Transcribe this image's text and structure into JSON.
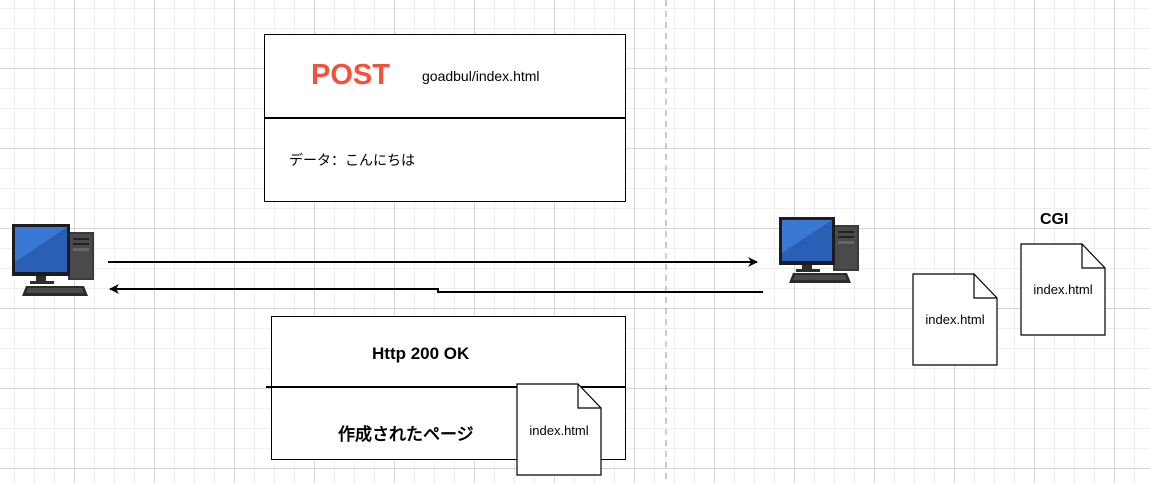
{
  "request": {
    "method": "POST",
    "url": "goadbul/index.html",
    "data": "データ：こんにちは"
  },
  "response": {
    "status": "Http 200 OK",
    "body": "作成されたページ",
    "file": "index.html"
  },
  "server": {
    "cgi_label": "CGI",
    "files": [
      "index.html",
      "index.html"
    ]
  },
  "colors": {
    "method": "#f4513a",
    "screen": "#2a5fb5"
  },
  "icons": [
    "client-computer-icon",
    "server-computer-icon",
    "document-icon"
  ]
}
